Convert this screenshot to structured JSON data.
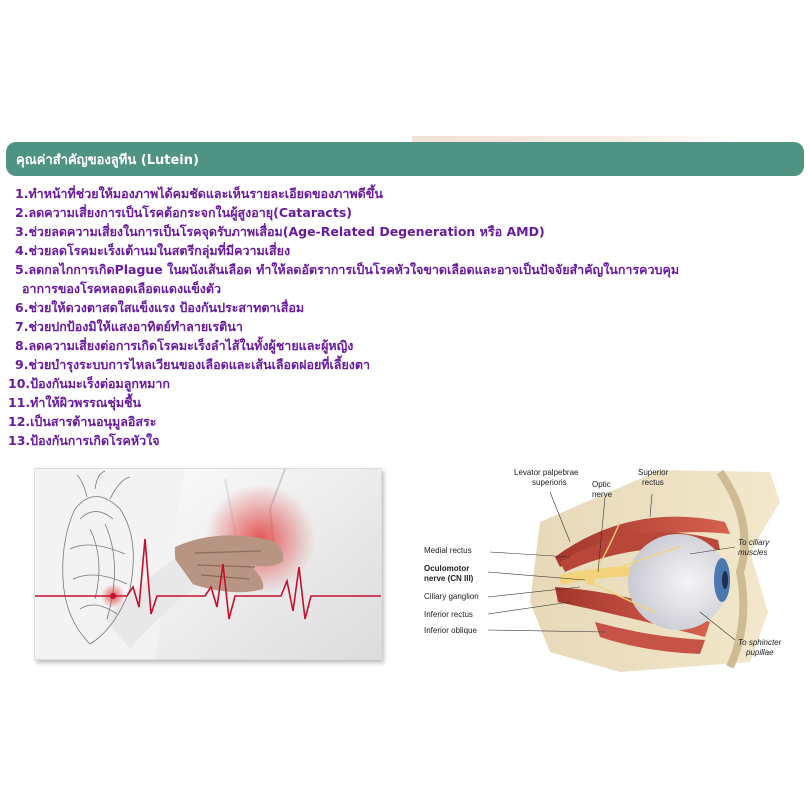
{
  "header": {
    "title": "คุณค่าสำคัญของลูทีน (Lutein)"
  },
  "benefits": [
    "1.ทำหน้าที่ช่วยให้มองภาพได้คมชัดและเห็นรายละเอียดของภาพดีขึ้น",
    "2.ลดความเสี่ยงการเป็นโรคต้อกระจกในผู้สูงอายุ(Cataracts)",
    "3.ช่วยลดความเสี่ยงในการเป็นโรคจุดรับภาพเสื่อม(Age-Related Degeneration หรือ AMD)",
    "4.ช่วยลดโรคมะเร็งเต้านมในสตรีกลุ่มที่มีความเสี่ยง",
    "5.ลดกลไกการเกิดPlague ในผนังเส้นเลือด ทำให้ลดอัตราการเป็นโรคหัวใจขาดเลือดและอาจเป็นปัจจัยสำคัญในการควบคุม",
    "อาการของโรคหลอดเลือดแดงแข็งตัว",
    "6.ช่วยให้ดวงตาสดใสแข็งแรง ป้องกันประสาทตาเสื่อม",
    "7.ช่วยปกป้องมิให้แสงอาทิตย์ทำลายเรตินา",
    "8.ลดความเสี่ยงต่อการเกิดโรคมะเร็งลำไส้ในทั้งผู้ชายและผู้หญิง",
    "9.ช่วยบำรุงระบบการไหลเวียนของเลือดและเส้นเลือดฝอยที่เลี้ยงตา",
    "10.ป้องกันมะเร็งต่อมลูกหมาก",
    "11.ทำให้ผิวพรรณชุ่มชื้น",
    "12.เป็นสารต้านอนุมูลอิสระ",
    "13.ป้องกันการเกิดโรคหัวใจ"
  ],
  "anatomy_labels": {
    "levator": "Levator palpebrae",
    "levator2": "superioris",
    "optic": "Optic",
    "optic2": "nerve",
    "superior": "Superior",
    "superior2": "rectus",
    "ciliary_muscles": "To ciliary",
    "ciliary_muscles2": "muscles",
    "medial": "Medial rectus",
    "oculomotor": "Oculomotor",
    "oculomotor2": "nerve (CN III)",
    "ganglion": "Ciliary ganglion",
    "inferior_rectus": "Inferior rectus",
    "inferior_oblique": "Inferior oblique",
    "sphincter": "To sphincter",
    "sphincter2": "pupillae"
  },
  "colors": {
    "header_bg": "#4f9483",
    "header_text": "#ffffff",
    "benefit_text": "#6a1a9e",
    "ecg_line": "#c8102e"
  }
}
